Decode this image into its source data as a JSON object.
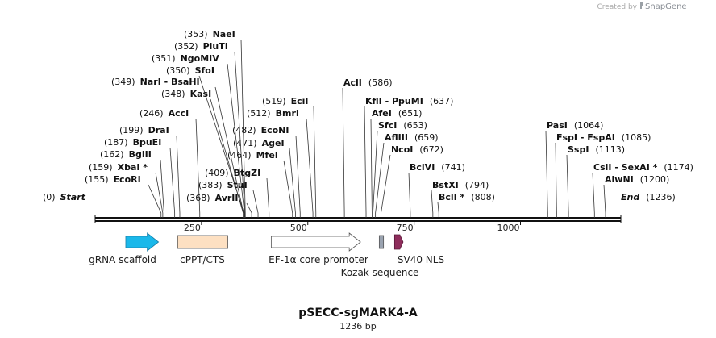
{
  "credit": {
    "prefix": "Created by",
    "brand": "SnapGene"
  },
  "plasmid": {
    "name": "pSECC-sgMARK4-A",
    "size_label": "1236 bp",
    "length": 1236
  },
  "axis": {
    "ticks": [
      250,
      500,
      750,
      1000
    ]
  },
  "sites": [
    {
      "name": "Start",
      "pos": 0,
      "pos_label": "(0)",
      "style": "end",
      "side": "left"
    },
    {
      "name": "EcoRI",
      "pos": 155,
      "pos_label": "(155)",
      "side": "left"
    },
    {
      "name": "XbaI *",
      "pos": 159,
      "pos_label": "(159)",
      "side": "left"
    },
    {
      "name": "BglII",
      "pos": 162,
      "pos_label": "(162)",
      "side": "left"
    },
    {
      "name": "BpuEI",
      "pos": 187,
      "pos_label": "(187)",
      "side": "left"
    },
    {
      "name": "DraI",
      "pos": 199,
      "pos_label": "(199)",
      "side": "left"
    },
    {
      "name": "AccI",
      "pos": 246,
      "pos_label": "(246)",
      "side": "left"
    },
    {
      "name": "KasI",
      "pos": 348,
      "pos_label": "(348)",
      "side": "left"
    },
    {
      "name": "NarI  -  BsaHI",
      "pos": 349,
      "pos_label": "(349)",
      "side": "left"
    },
    {
      "name": "SfoI",
      "pos": 350,
      "pos_label": "(350)",
      "side": "left"
    },
    {
      "name": "NgoMIV",
      "pos": 351,
      "pos_label": "(351)",
      "side": "left"
    },
    {
      "name": "PluTI",
      "pos": 352,
      "pos_label": "(352)",
      "side": "left"
    },
    {
      "name": "NaeI",
      "pos": 353,
      "pos_label": "(353)",
      "side": "left"
    },
    {
      "name": "AvrII",
      "pos": 368,
      "pos_label": "(368)",
      "side": "left"
    },
    {
      "name": "StuI",
      "pos": 383,
      "pos_label": "(383)",
      "side": "left"
    },
    {
      "name": "BtgZI",
      "pos": 409,
      "pos_label": "(409)",
      "side": "left"
    },
    {
      "name": "MfeI",
      "pos": 464,
      "pos_label": "(464)",
      "side": "left"
    },
    {
      "name": "AgeI",
      "pos": 471,
      "pos_label": "(471)",
      "side": "left"
    },
    {
      "name": "EcoNI",
      "pos": 482,
      "pos_label": "(482)",
      "side": "left"
    },
    {
      "name": "BmrI",
      "pos": 512,
      "pos_label": "(512)",
      "side": "left"
    },
    {
      "name": "EciI",
      "pos": 519,
      "pos_label": "(519)",
      "side": "left"
    },
    {
      "name": "AclI",
      "pos": 586,
      "pos_label": "(586)",
      "side": "right"
    },
    {
      "name": "KflI  -  PpuMI",
      "pos": 637,
      "pos_label": "(637)",
      "side": "right"
    },
    {
      "name": "AfeI",
      "pos": 651,
      "pos_label": "(651)",
      "side": "right"
    },
    {
      "name": "SfcI",
      "pos": 653,
      "pos_label": "(653)",
      "side": "right"
    },
    {
      "name": "AflIII",
      "pos": 659,
      "pos_label": "(659)",
      "side": "right"
    },
    {
      "name": "NcoI",
      "pos": 672,
      "pos_label": "(672)",
      "side": "right"
    },
    {
      "name": "BclVI",
      "pos": 741,
      "pos_label": "(741)",
      "side": "right"
    },
    {
      "name": "BstXI",
      "pos": 794,
      "pos_label": "(794)",
      "side": "right"
    },
    {
      "name": "BclI *",
      "pos": 808,
      "pos_label": "(808)",
      "side": "right"
    },
    {
      "name": "PasI",
      "pos": 1064,
      "pos_label": "(1064)",
      "side": "right"
    },
    {
      "name": "FspI  -  FspAI",
      "pos": 1085,
      "pos_label": "(1085)",
      "side": "right"
    },
    {
      "name": "SspI",
      "pos": 1113,
      "pos_label": "(1113)",
      "side": "right"
    },
    {
      "name": "CsiI  -  SexAI *",
      "pos": 1174,
      "pos_label": "(1174)",
      "side": "right"
    },
    {
      "name": "AlwNI",
      "pos": 1200,
      "pos_label": "(1200)",
      "side": "right"
    },
    {
      "name": "End",
      "pos": 1236,
      "pos_label": "(1236)",
      "style": "end",
      "side": "right"
    }
  ],
  "features": [
    {
      "name": "gRNA scaffold",
      "start": 72,
      "end": 149,
      "color": "#1ab8ea",
      "stroke": "#1a7fa8",
      "shape": "arrow"
    },
    {
      "name": "cPPT/CTS",
      "start": 194,
      "end": 312,
      "color": "#fde0c2",
      "stroke": "#555555",
      "shape": "box"
    },
    {
      "name": "EF-1α core promoter",
      "start": 414,
      "end": 624,
      "color": "#ffffff",
      "stroke": "#555555",
      "shape": "arrow"
    },
    {
      "name": "Kozak sequence",
      "start": 668,
      "end": 678,
      "color": "#9aa3b0",
      "stroke": "#555555",
      "shape": "box"
    },
    {
      "name": "SV40 NLS",
      "start": 704,
      "end": 724,
      "color": "#8e2d5c",
      "stroke": "#5a1a3a",
      "shape": "arrow"
    }
  ]
}
